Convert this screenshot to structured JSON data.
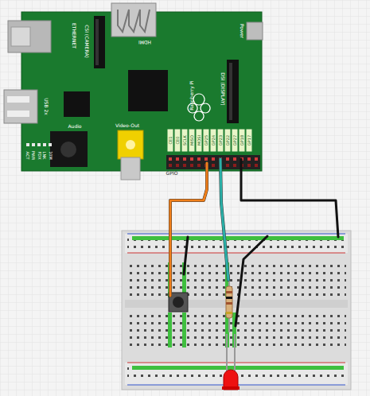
{
  "diagram": {
    "labels": [
      "ETHERNET",
      "CSI (CAMERA)",
      "HDMI",
      "Power",
      "USB 2x",
      "Audio",
      "Video-Out",
      "Raspberry Pi",
      "DSI (DISPLAY)",
      "GPIO",
      "ACT",
      "PWR",
      "FDX",
      "LNK",
      "10M",
      "CE1",
      "CE0",
      "SCLK",
      "MISO",
      "MOSI",
      "GP25",
      "GP24",
      "GP23",
      "GP22",
      "GP27",
      "GP18",
      "GP17"
    ]
  }
}
